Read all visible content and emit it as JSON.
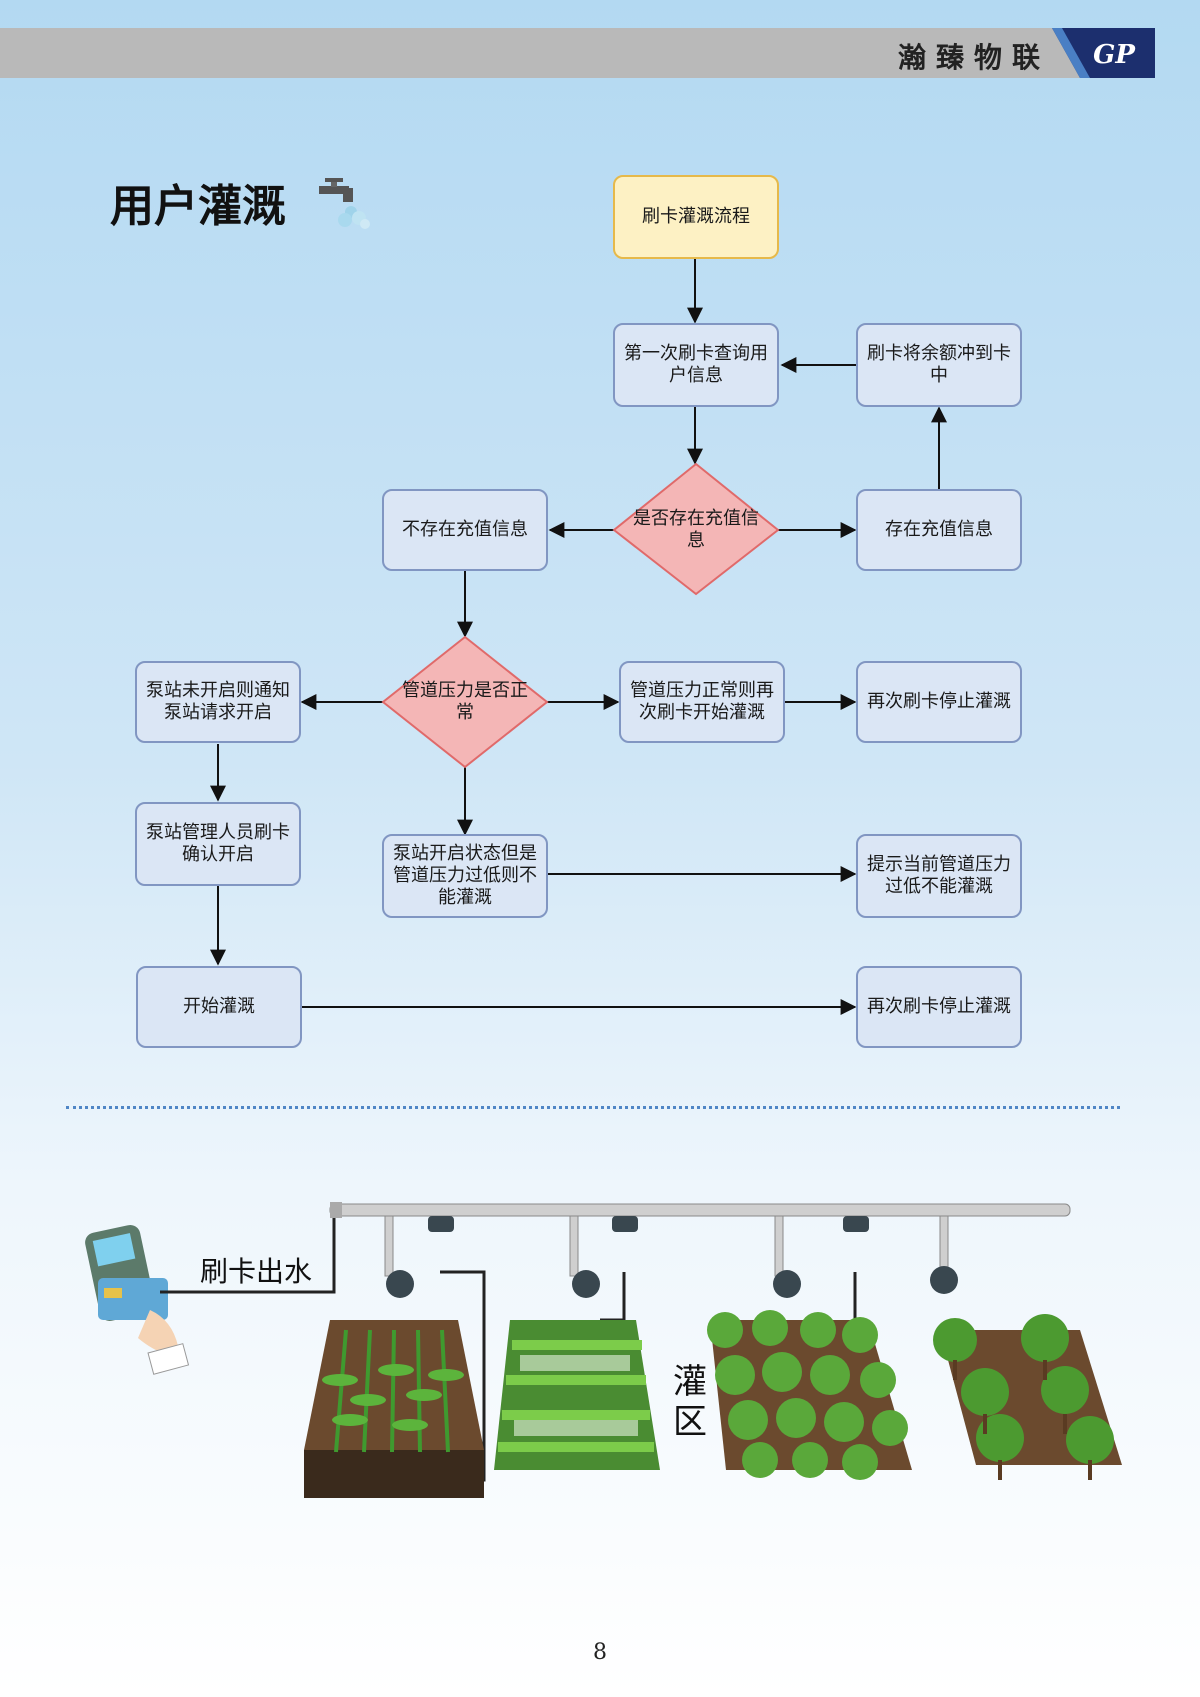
{
  "header": {
    "brand": "瀚臻物联"
  },
  "section_title": "用户灌溉",
  "flowchart": {
    "start": "刷卡灌溉流程",
    "query_user": "第一次刷卡查询用户信息",
    "recharge_to_card": "刷卡将余额冲到卡中",
    "decision_recharge": "是否存在充值信息",
    "no_recharge": "不存在充值信息",
    "has_recharge": "存在充值信息",
    "decision_pressure": "管道压力是否正常",
    "pump_not_started": "泵站未开启则通知泵站请求开启",
    "pressure_normal": "管道压力正常则再次刷卡开始灌溉",
    "stop_1": "再次刷卡停止灌溉",
    "pump_manager": "泵站管理人员刷卡确认开启",
    "pump_on_low_pressure": "泵站开启状态但是管道压力过低则不能灌溉",
    "low_pressure_tip": "提示当前管道压力过低不能灌溉",
    "start_irrigation": "开始灌溉",
    "stop_2": "再次刷卡停止灌溉"
  },
  "illustration": {
    "swipe_label": "刷卡出水",
    "area_label": "灌区"
  },
  "page_number": "8",
  "colors": {
    "process_fill": "#dbe6f5",
    "process_border": "#8196c2",
    "start_fill": "#fdf1c4",
    "decision_fill": "#f4b6b6",
    "decision_border": "#e06a6a",
    "divider": "#4f86c6"
  }
}
